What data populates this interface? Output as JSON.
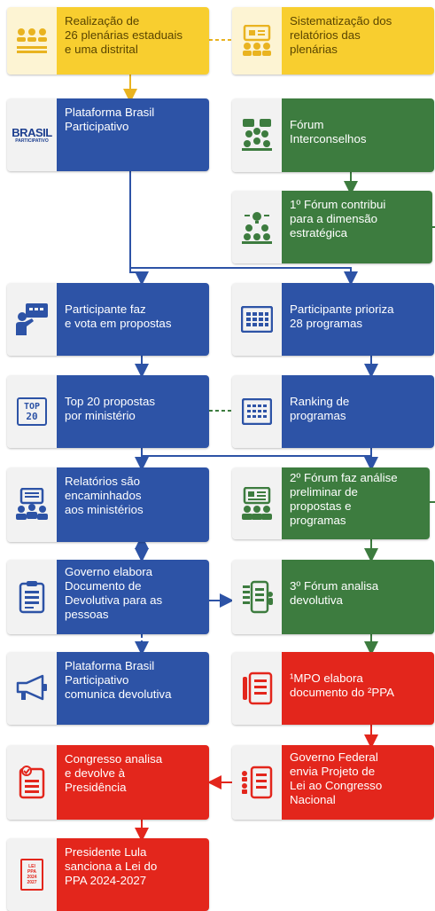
{
  "colors": {
    "yellow": "#f8ce2f",
    "blue": "#2d53a6",
    "green": "#3d7c3f",
    "red": "#e3261c",
    "icon_bg": "#f2f2f2"
  },
  "nodes": {
    "realizacao": {
      "text": "Realização de\n26 plenárias estaduais\ne uma distrital",
      "icon": "group-icon"
    },
    "sistematizacao": {
      "text": "Sistematização dos\nrelatórios das\nplenárias",
      "icon": "report-presentation-icon"
    },
    "plataforma": {
      "text": "Plataforma Brasil\nParticipativo",
      "icon": "brasil-participativo-logo",
      "logo_top": "BRASIL",
      "logo_bottom": "PARTICIPATIVO"
    },
    "forum_inter": {
      "text": "Fórum\nInterconselhos",
      "icon": "forum-meeting-icon"
    },
    "forum1": {
      "text": "1º Fórum contribui\npara a dimensão\nestratégica",
      "icon": "idea-group-icon"
    },
    "participante_faz": {
      "text": "Participante faz\ne vota em propostas",
      "icon": "person-presenting-icon"
    },
    "participante_prioriza": {
      "text": "Participante prioriza\n28 programas",
      "icon": "grid-calendar-icon"
    },
    "top20": {
      "text": "Top 20 propostas\npor ministério",
      "icon": "top20-icon",
      "badge_top": "TOP",
      "badge_bottom": "20"
    },
    "ranking": {
      "text": "Ranking de\nprogramas",
      "icon": "ranking-icon"
    },
    "relatorios": {
      "text": "Relatórios são\nencaminhados\naos ministérios",
      "icon": "report-people-icon"
    },
    "forum2": {
      "text": "2º Fórum faz análise\npreliminar de\npropostas e\nprogramas",
      "icon": "board-group-icon"
    },
    "governo_elabora": {
      "text": "Governo elabora\nDocumento de\nDevolutiva para as\npessoas",
      "icon": "clipboard-icon"
    },
    "forum3": {
      "text": "3º Fórum analisa\ndevolutiva",
      "icon": "document-review-icon"
    },
    "plataforma_comunica": {
      "text": "Plataforma Brasil\nParticipativo\ncomunica devolutiva",
      "icon": "megaphone-icon"
    },
    "mpo": {
      "text": "¹MPO elabora\ndocumento do ²PPA",
      "icon": "document-pen-icon"
    },
    "congresso": {
      "text": "Congresso analisa\ne devolve à\nPresidência",
      "icon": "clipboard-check-icon"
    },
    "governo_federal": {
      "text": "Governo Federal\nenvia Projeto de\nLei ao Congresso\nNacional",
      "icon": "document-people-icon"
    },
    "presidente": {
      "text": "Presidente Lula\nsanciona a Lei do\nPPA 2024-2027",
      "icon": "law-document-icon",
      "doc_lines": [
        "LEI",
        "PPA",
        "2024",
        "2027"
      ]
    }
  }
}
